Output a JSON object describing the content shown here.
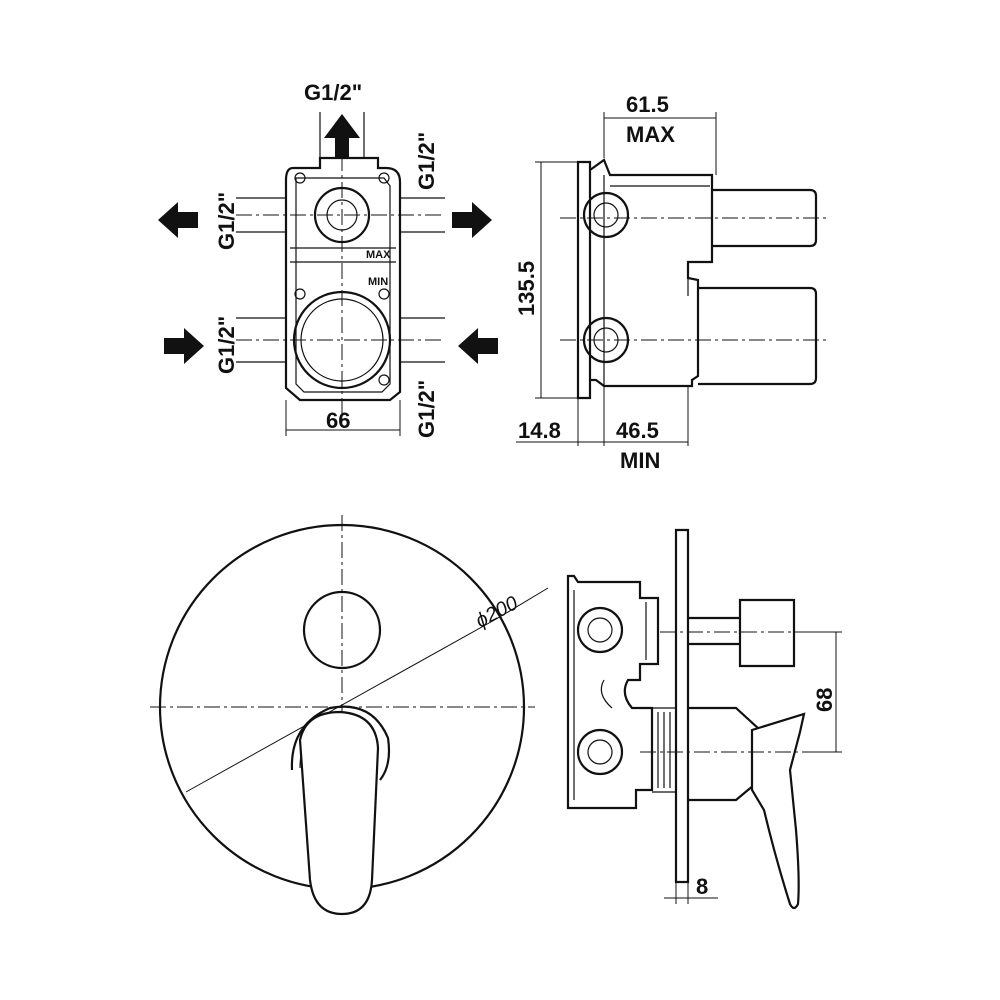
{
  "front_view": {
    "thread_top": "G1/2\"",
    "thread_right_top": "G1/2\"",
    "thread_left_top": "G1/2\"",
    "thread_left_bottom": "G1/2\"",
    "thread_right_bottom": "G1/2\"",
    "width_dim": "66",
    "max_marker": "MAX",
    "min_marker": "MIN"
  },
  "side_view": {
    "depth_max": "61.5",
    "depth_max_label": "MAX",
    "height_dim": "135.5",
    "offset_dim": "14.8",
    "depth_min": "46.5",
    "depth_min_label": "MIN"
  },
  "trim_front": {
    "diameter": "ϕ200"
  },
  "trim_side": {
    "spacing_dim": "68",
    "plate_thickness": "8"
  }
}
